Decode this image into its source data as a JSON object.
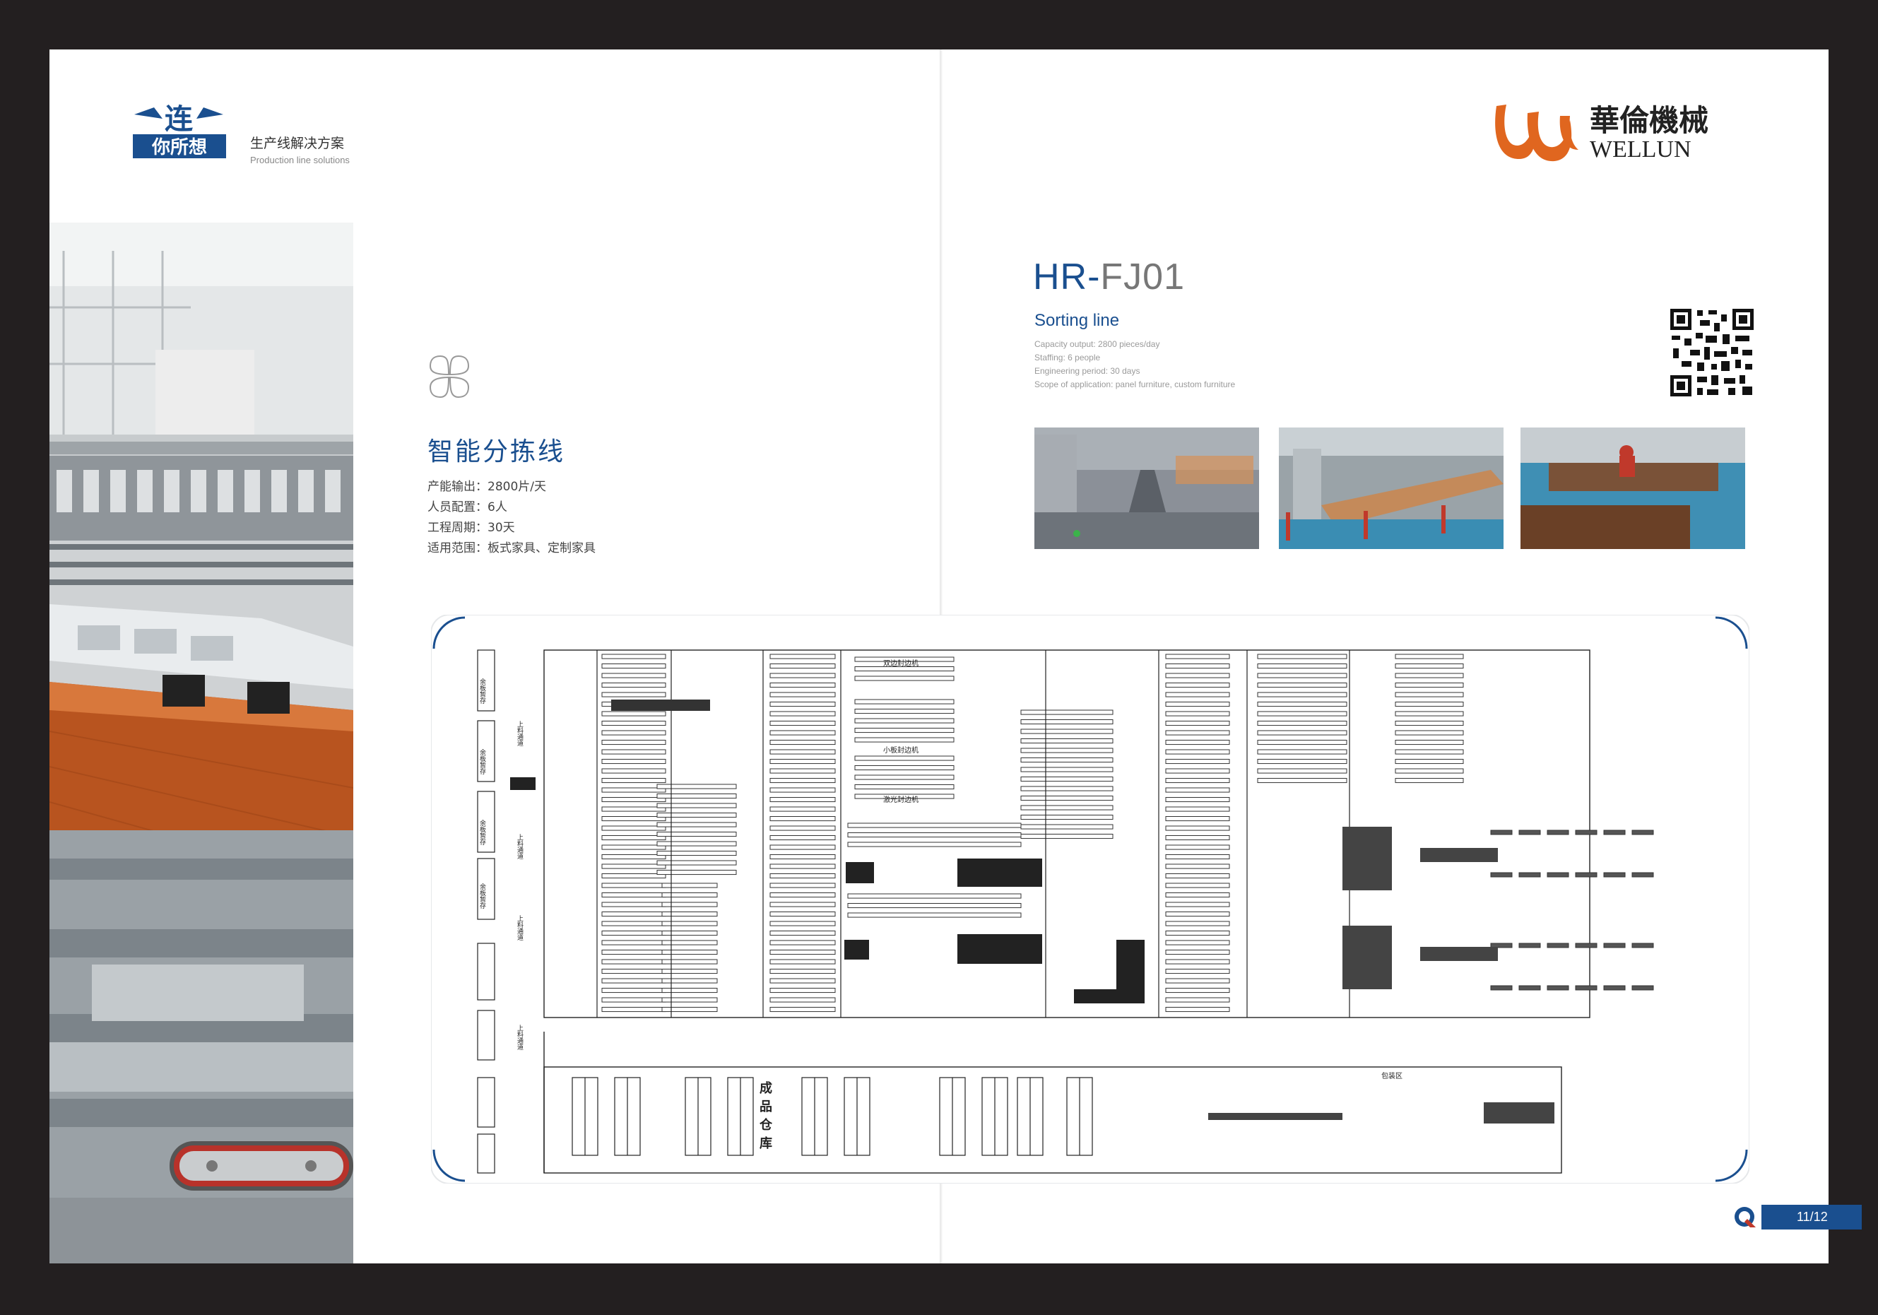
{
  "brand_left": {
    "logo_text_top": "连",
    "logo_text_bottom": "你所想",
    "tagline_cn": "生产线解决方案",
    "tagline_en": "Production line solutions",
    "brand_color": "#1a4f8f"
  },
  "left_page": {
    "title_cn": "智能分拣线",
    "specs": [
      "产能输出：2800片/天",
      "人员配置：6人",
      "工程周期：30天",
      "适用范围：板式家具、定制家具"
    ]
  },
  "brand_right": {
    "name_cn": "華倫機械",
    "name_en": "WELLUN",
    "logo_color": "#e0661f"
  },
  "product": {
    "model_prefix": "HR-",
    "model_suffix": "FJ01",
    "subtitle": "Sorting line",
    "specs_en": [
      "Capacity output: 2800 pieces/day",
      "Staffing: 6 people",
      "Engineering period: 30 days",
      "Scope of application: panel furniture, custom furniture"
    ]
  },
  "thumbnails": [
    "factory-photo",
    "conveyor-photo",
    "workshop-photo"
  ],
  "layout_labels": {
    "machine1": "双边封边机",
    "machine2": "小板封边机",
    "machine3": "激光封边机",
    "feed_lanes": [
      "上料通道",
      "上料通道",
      "上料通道",
      "上料通道"
    ],
    "side_stations": [
      "余板暂存",
      "余板暂存",
      "余板暂存",
      "余板暂存"
    ],
    "warehouse": [
      "成",
      "品",
      "仓",
      "库"
    ],
    "pack": "包装区"
  },
  "page_number": "11/12"
}
